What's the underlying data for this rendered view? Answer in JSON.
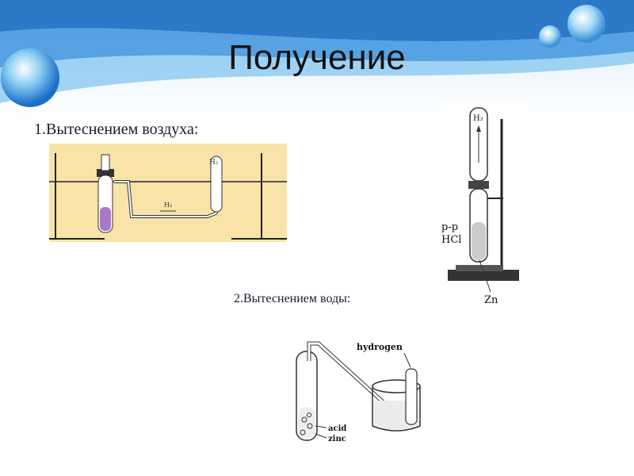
{
  "slide": {
    "title": "Получение",
    "method_air": "1.Вытеснением воздуха:",
    "method_water": "2.Вытеснением воды:"
  },
  "figures": {
    "air_apparatus": {
      "gas_label_flask": "H₂",
      "gas_label_tube": "H₂"
    },
    "stand_apparatus": {
      "gas_label": "H₂",
      "solution_label_1": "р-р",
      "solution_label_2": "HCl",
      "metal_label": "Zn"
    },
    "water_apparatus": {
      "gas_label": "hydrogen",
      "acid_label": "acid",
      "metal_label": "zinc"
    }
  },
  "colors": {
    "banner_top": "#2a7fd0",
    "banner_light": "#bfe3f7",
    "figure_bg": "#f8e3a9",
    "text": "#1a1a2e"
  }
}
